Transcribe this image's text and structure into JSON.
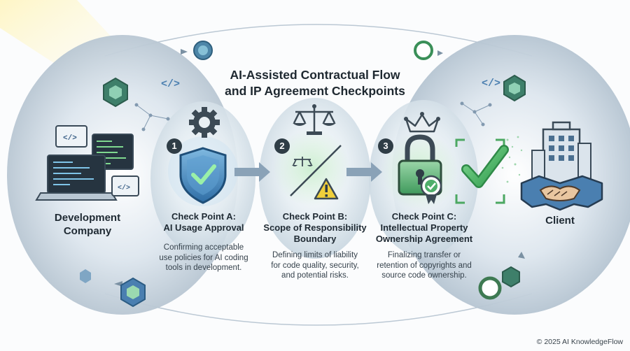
{
  "title": {
    "line1": "AI-Assisted Contractual Flow",
    "line2": "and IP Agreement Checkpoints"
  },
  "parties": {
    "left": {
      "line1": "Development",
      "line2": "Company",
      "icon": "laptop-code-icon"
    },
    "right": {
      "line1": "Client",
      "icon": "handshake-building-icon"
    }
  },
  "checkpoints": [
    {
      "number": "1",
      "title_line1": "Check Point A:",
      "title_line2": "AI Usage Approval",
      "desc": [
        "Confirming acceptable",
        "use policies for AI coding",
        "tools in development."
      ],
      "icon": "shield-check-gear-icon"
    },
    {
      "number": "2",
      "title_line1": "Check Point B:",
      "title_line2": "Scope of Responsibility",
      "title_line3": "Boundary",
      "desc": [
        "Defining limits of liability",
        "for code quality, security,",
        "and potential risks."
      ],
      "icon": "scales-warning-icon"
    },
    {
      "number": "3",
      "title_line1": "Check Point C:",
      "title_line2": "Intellectual Property",
      "title_line3": "Ownership Agreement",
      "desc": [
        "Finalizing transfer or",
        "retention of copyrights and",
        "source code ownership."
      ],
      "icon": "lock-crown-seal-icon"
    }
  ],
  "copyright": "© 2025 AI KnowledgeFlow",
  "colors": {
    "accent_green": "#3aa55a",
    "accent_blue": "#4a7fb0",
    "badge": "#2f3d46",
    "text": "#1f2a33"
  }
}
